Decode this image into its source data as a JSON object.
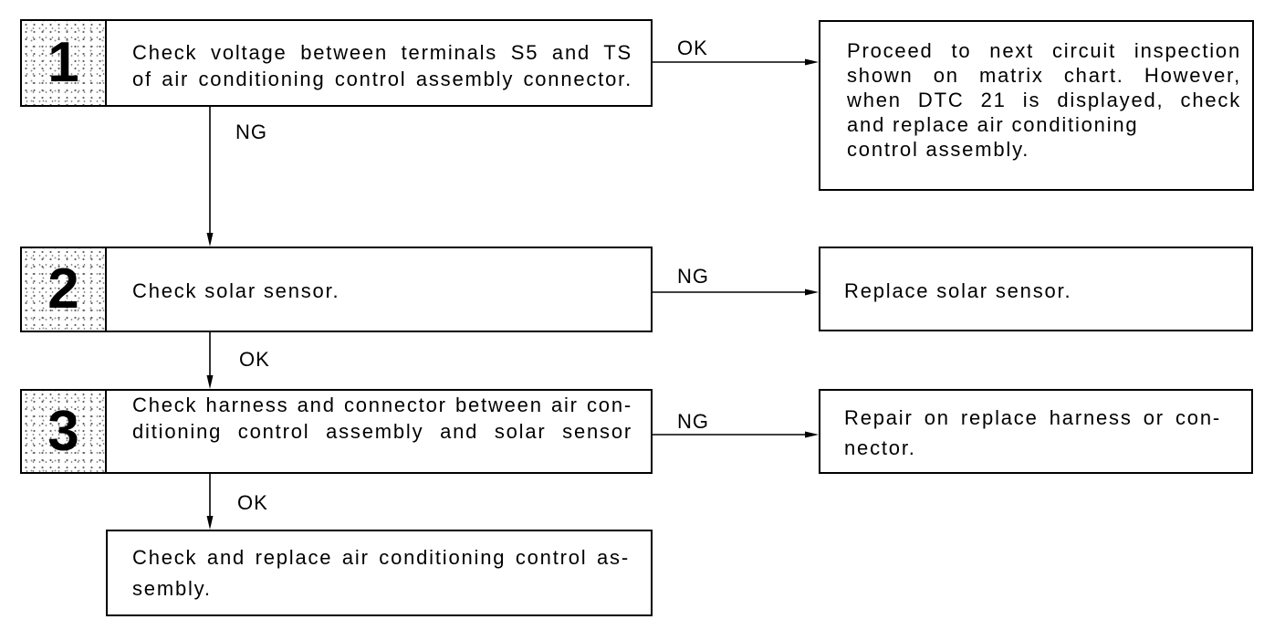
{
  "steps": [
    {
      "number": "1",
      "lines": [
        "Check voltage between terminals S5 and TS",
        "of air conditioning control assembly connector."
      ],
      "right_branch": "OK",
      "down_branch": "NG"
    },
    {
      "number": "2",
      "lines": [
        "Check solar sensor."
      ],
      "right_branch": "NG",
      "down_branch": "OK"
    },
    {
      "number": "3",
      "lines": [
        "Check harness and connector between air con-",
        "ditioning control assembly and solar sensor"
      ],
      "right_branch": "NG",
      "down_branch": "OK"
    }
  ],
  "outcomes": [
    {
      "lines": [
        "Proceed to next circuit inspection",
        "shown on matrix chart. However,",
        "when DTC 21 is displayed, check",
        "and replace air conditioning",
        "control assembly."
      ]
    },
    {
      "lines": [
        "Replace solar sensor."
      ]
    },
    {
      "lines": [
        "Repair on replace harness or con-",
        "nector."
      ]
    }
  ],
  "final": {
    "lines": [
      "Check and replace air conditioning control as-",
      "sembly."
    ]
  }
}
